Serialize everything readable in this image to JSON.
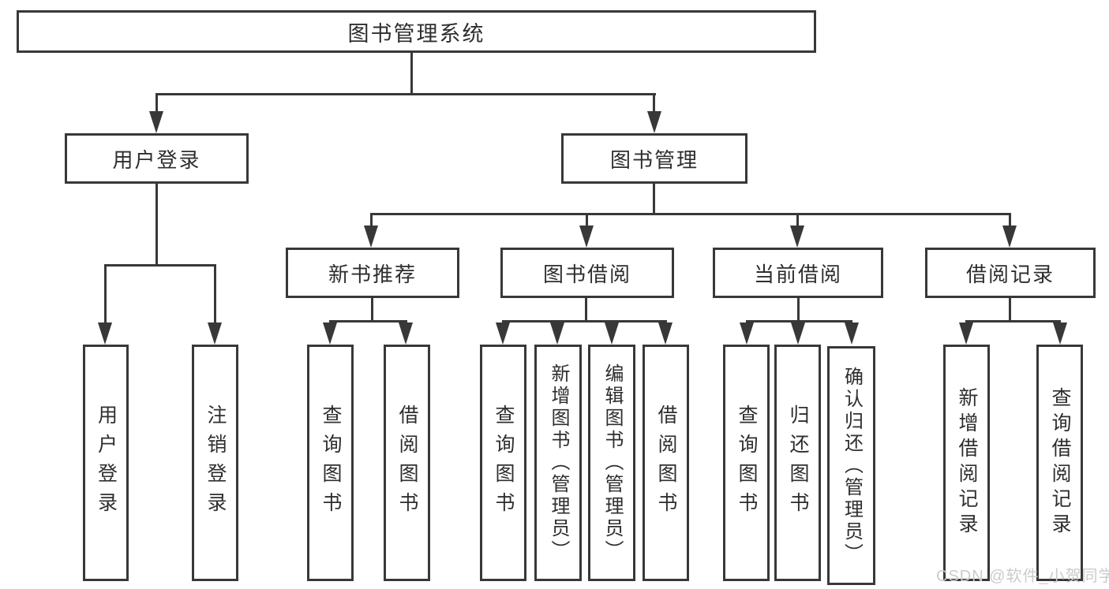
{
  "diagram_type": "hierarchy-diagram",
  "tree": {
    "label": "图书管理系统",
    "children": [
      {
        "label": "用户登录",
        "children": [
          {
            "label": "用户登录"
          },
          {
            "label": "注销登录"
          }
        ]
      },
      {
        "label": "图书管理",
        "children": [
          {
            "label": "新书推荐",
            "children": [
              {
                "label": "查询图书"
              },
              {
                "label": "借阅图书"
              }
            ]
          },
          {
            "label": "图书借阅",
            "children": [
              {
                "label": "查询图书"
              },
              {
                "label": "新增图书（管理员）"
              },
              {
                "label": "编辑图书（管理员）"
              },
              {
                "label": "借阅图书"
              }
            ]
          },
          {
            "label": "当前借阅",
            "children": [
              {
                "label": "查询图书"
              },
              {
                "label": "归还图书"
              },
              {
                "label": "确认归还（管理员）"
              }
            ]
          },
          {
            "label": "借阅记录",
            "children": [
              {
                "label": "新增借阅记录"
              },
              {
                "label": "查询借阅记录"
              }
            ]
          }
        ]
      }
    ]
  },
  "watermark": {
    "text": "CSDN @软件_小贺同学"
  },
  "colors": {
    "line": "#383838",
    "text": "#2e2e2e",
    "background": "#ffffff",
    "watermark": "#cbcbcb"
  }
}
